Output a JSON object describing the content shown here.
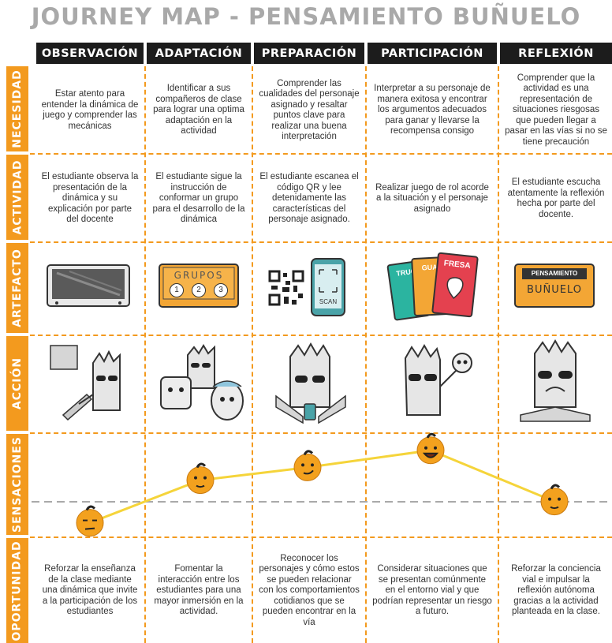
{
  "title": "JOURNEY MAP - PENSAMIENTO BUÑUELO",
  "columns": [
    "OBSERVACIÓN",
    "ADAPTACIÓN",
    "PREPARACIÓN",
    "PARTICIPACIÓN",
    "REFLEXIÓN"
  ],
  "rows": [
    "NECESIDAD",
    "ACTIVIDAD",
    "ARTEFACTO",
    "ACCIÓN",
    "SENSACIONES",
    "OPORTUNIDAD"
  ],
  "necesidad": [
    "Estar atento para entender la dinámica de juego y comprender las mecánicas",
    "Identificar a sus compañeros de clase para lograr una optima adaptación en la actividad",
    "Comprender las cualidades del personaje asignado y resaltar puntos clave para realizar una buena interpretación",
    "Interpretar a su personaje de manera exitosa y encontrar los argumentos adecuados para ganar y llevarse la recompensa consigo",
    "Comprender que la actividad es una representación de situaciones riesgosas que pueden llegar a pasar en las vías si no se tiene precaución"
  ],
  "actividad": [
    "El estudiante observa la presentación de la dinámica y su explicación por parte del docente",
    "El estudiante sigue la instrucción de conformar un grupo para el desarrollo de la dinámica",
    "El estudiante escanea el código QR y lee detenidamente las características del personaje asignado.",
    "Realizar juego de rol acorde a la situación y el personaje asignado",
    "El estudiante escucha atentamente la reflexión hecha por parte del docente."
  ],
  "artefacto": {
    "grupos_label": "GRUPOS",
    "grupos_numbers": [
      "1",
      "2",
      "3"
    ],
    "scan_label": "SCAN",
    "cards": [
      "TRUC",
      "GUA",
      "FRESA"
    ],
    "sign_top": "PENSAMIENTO",
    "sign_bottom": "BUÑUELO"
  },
  "oportunidad": [
    "Reforzar la enseñanza de la clase mediante una dinámica que invite a la participación de los estudiantes",
    "Fomentar la interacción entre los estudiantes para una mayor inmersión en la actividad.",
    "Reconocer los personajes y cómo estos se pueden relacionar con los comportamientos cotidianos que se pueden encontrar en la vía",
    "Considerar situaciones que se presentan comúnmente en el entorno vial y que podrían representar un riesgo a futuro.",
    "Reforzar la conciencia vial e impulsar la reflexión autónoma gracias a la actividad planteada en la clase."
  ],
  "sensaciones": {
    "moods": [
      "bored",
      "neutral",
      "smirk",
      "happy",
      "calm"
    ],
    "levels": [
      0.05,
      0.55,
      0.7,
      0.9,
      0.3
    ]
  },
  "colors": {
    "accent": "#f39a1e",
    "header": "#1c1c1c",
    "title": "#a9a9a9"
  }
}
